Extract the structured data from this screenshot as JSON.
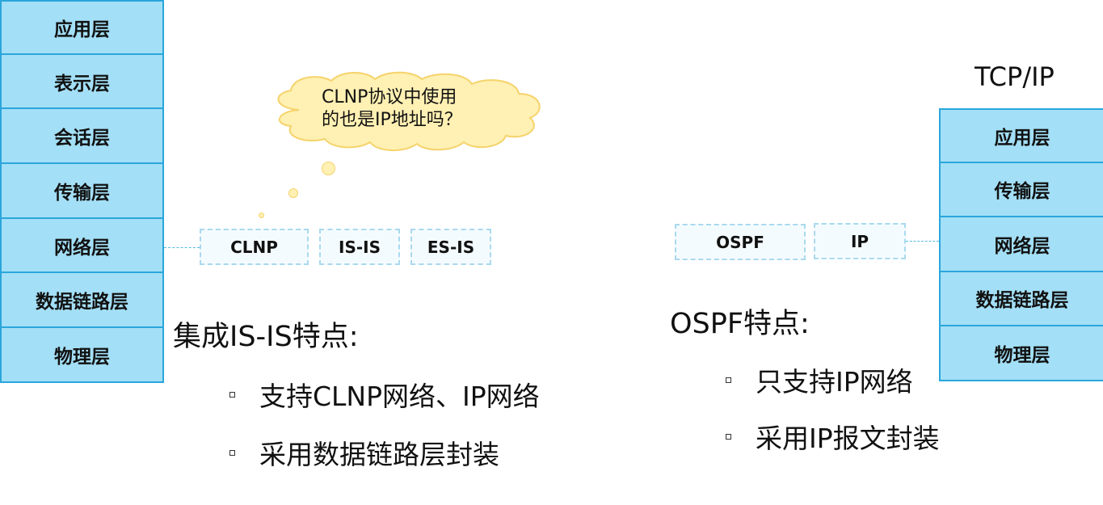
{
  "osi_stack": {
    "layers": [
      "应用层",
      "表示层",
      "会话层",
      "传输层",
      "网络层",
      "数据链路层",
      "物理层"
    ]
  },
  "tcpip_stack": {
    "title": "TCP/IP",
    "layers": [
      "应用层",
      "传输层",
      "网络层",
      "数据链路层",
      "物理层"
    ]
  },
  "osi_protocols": [
    "CLNP",
    "IS-IS",
    "ES-IS"
  ],
  "tcpip_protocols": [
    "OSPF",
    "IP"
  ],
  "thought_bubble": {
    "line1": "CLNP协议中使用",
    "line2": "的也是IP地址吗？"
  },
  "isis_features": {
    "heading": "集成IS-IS特点:",
    "bullets": [
      "支持CLNP网络、IP网络",
      "采用数据链路层封装"
    ]
  },
  "ospf_features": {
    "heading": "OSPF特点:",
    "bullets": [
      "只支持IP网络",
      "采用IP报文封装"
    ]
  },
  "colors": {
    "layer_fill": "#a3dff6",
    "layer_border": "#2aa6dc",
    "proto_border": "#a9d9ee",
    "cloud_fill": "#fff0b3",
    "cloud_border": "#f5d36b"
  }
}
